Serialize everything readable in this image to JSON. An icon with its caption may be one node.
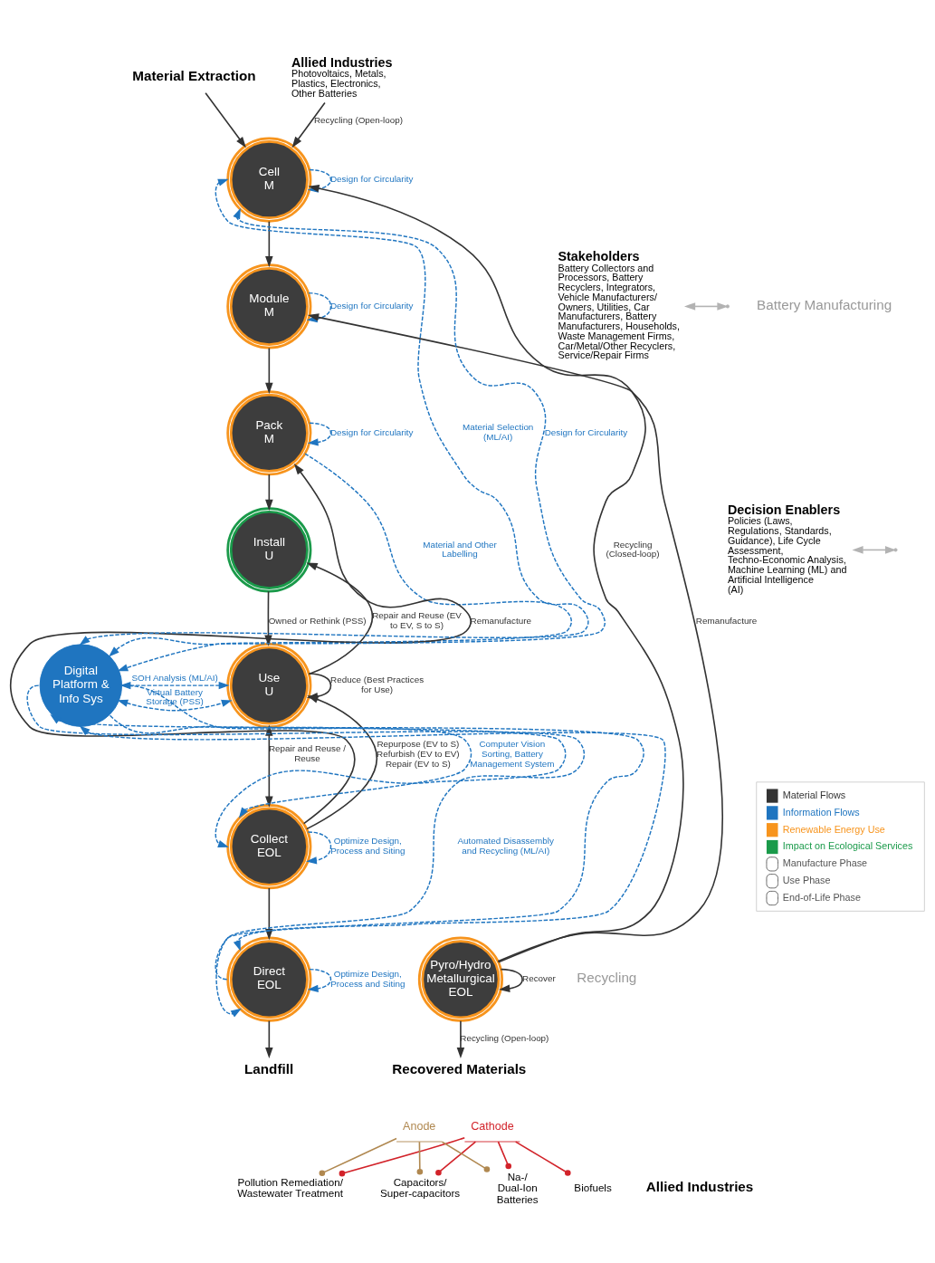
{
  "diagram": {
    "nodes": [
      {
        "text": [
          "Material Extraction"
        ]
      },
      {
        "text": [
          "Allied Industries",
          "Photovoltaics, Metals, Plastics, Electronics, Other Batteries"
        ]
      },
      {
        "text": [
          "Stakeholders",
          "Battery Collectors and Processors, Battery Recyclers, Integrators, Vehicle Manufacturers/ Owners, Utilities, Car Manufacturers, Battery Manufacturers, Households, Waste Management Firms, Car/Metal/Other Recyclers, Service/Repair Firms"
        ]
      },
      {
        "text": [
          "Decision Enablers",
          "Policies (Laws, Regulations, Standards, Guidance), Life Cycle Assessment, Techno-Economic Analysis, Machine Learning (ML) and Artificial Intelligence (AI)"
        ]
      },
      {
        "text": [
          "Cell",
          "M"
        ]
      },
      {
        "text": [
          "Module",
          "M"
        ]
      },
      {
        "text": [
          "Pack",
          "M"
        ]
      },
      {
        "text": [
          "Install",
          "U"
        ]
      },
      {
        "text": [
          "Use",
          "U"
        ]
      },
      {
        "text": [
          "Collect",
          "EOL"
        ]
      },
      {
        "text": [
          "Direct",
          "EOL"
        ]
      },
      {
        "text": [
          "Pyro/Hydro Metallurgical",
          "EOL"
        ]
      },
      {
        "text": [
          "Landfill"
        ]
      },
      {
        "text": [
          "Recovered Materials"
        ]
      },
      {
        "text": [
          "Digital Platform & Info Sys"
        ]
      },
      {
        "text": [
          "Cathode"
        ]
      },
      {
        "text": [
          "Anode"
        ]
      },
      {
        "text": [
          "Pollution Remediation/ Wastewater Treatment"
        ]
      },
      {
        "text": [
          "Biofuels"
        ]
      },
      {
        "text": [
          "Capacitors/ Super-capacitors"
        ]
      },
      {
        "text": [
          "Na-/ Dual-Ion Batteries"
        ]
      }
    ],
    "edges": [
      {
        "from": 0,
        "to": 4,
        "arrow": "to"
      },
      {
        "from": 1,
        "to": 4,
        "arrow": "to",
        "label": "Recycling (Open-loop)"
      },
      {
        "from": 4,
        "to": 5,
        "arrow": "to"
      },
      {
        "from": 5,
        "to": 6,
        "arrow": "to"
      },
      {
        "from": 6,
        "to": 7,
        "arrow": "to"
      },
      {
        "from": 7,
        "to": 8,
        "arrow": "to",
        "label": "Owned or Rethink (PSS)"
      },
      {
        "from": 8,
        "to": 8,
        "arrow": "to",
        "label": "Reduce (Best Practices for Use)"
      },
      {
        "from": 8,
        "to": 7,
        "arrow": "to",
        "label": "Repair and Reuse (EV to EV, S to S)"
      },
      {
        "from": 9,
        "to": 8,
        "arrow": "to",
        "label": "Repurpose (EV to S) Refurbish (EV to EV) Repair (EV to S)"
      },
      {
        "from": 8,
        "to": 9,
        "arrow": "both",
        "label": "Repair and Reuse / Reuse"
      },
      {
        "from": 9,
        "to": 6,
        "arrow": "to",
        "label": "Remanufacture"
      },
      {
        "from": 11,
        "to": 5,
        "arrow": "to",
        "label": "Remanufacture"
      },
      {
        "from": 11,
        "to": 4,
        "arrow": "to",
        "label": "Recycling (Closed-loop)"
      },
      {
        "from": 11,
        "to": 11,
        "arrow": "to",
        "label": "Recover"
      },
      {
        "from": 9,
        "to": 10,
        "arrow": "to"
      },
      {
        "from": 10,
        "to": 12,
        "arrow": "to"
      },
      {
        "from": 11,
        "to": 13,
        "arrow": "to",
        "label": "Recycling (Open-loop)"
      },
      {
        "from": 4,
        "to": 4,
        "arrow": "to",
        "label": "Design for Circularity",
        "style": "dashed",
        "color": "#1f75c0"
      },
      {
        "from": 5,
        "to": 5,
        "arrow": "to",
        "label": "Design for Circularity",
        "style": "dashed",
        "color": "#1f75c0"
      },
      {
        "from": 6,
        "to": 6,
        "arrow": "to",
        "label": "Design for Circularity",
        "style": "dashed",
        "color": "#1f75c0"
      },
      {
        "from": 9,
        "to": 9,
        "arrow": "to",
        "label": "Optimize Design, Process and Siting",
        "style": "dashed",
        "color": "#1f75c0"
      },
      {
        "from": 10,
        "to": 10,
        "arrow": "to",
        "label": "Optimize Design, Process and Siting",
        "style": "dashed",
        "color": "#1f75c0"
      },
      {
        "from": 14,
        "to": 4,
        "arrow": "both",
        "label": "Material Selection (ML/AI)",
        "style": "dashed",
        "color": "#1f75c0"
      },
      {
        "from": 14,
        "to": 4,
        "arrow": "both",
        "label": "Design for Circularity",
        "style": "dashed",
        "color": "#1f75c0"
      },
      {
        "from": 6,
        "to": 14,
        "arrow": "to",
        "label": "Material and Other Labelling",
        "style": "dashed",
        "color": "#1f75c0"
      },
      {
        "from": 14,
        "to": 8,
        "arrow": "both",
        "label": "Virtual Battery Storage (PSS)",
        "style": "dashed",
        "color": "#1f75c0"
      },
      {
        "from": 14,
        "to": 8,
        "arrow": "both",
        "label": "SOH Analysis (ML/AI)",
        "style": "dashed",
        "color": "#1f75c0"
      },
      {
        "from": 14,
        "to": 9,
        "arrow": "to",
        "label": "Computer Vision Sorting, Battery Management System",
        "style": "dashed",
        "color": "#1f75c0"
      },
      {
        "from": 14,
        "to": 10,
        "arrow": "both",
        "style": "dashed",
        "color": "#1f75c0"
      },
      {
        "from": 14,
        "to": 9,
        "arrow": "to",
        "style": "dashed",
        "color": "#1f75c0"
      },
      {
        "from": 10,
        "to": 14,
        "arrow": "to",
        "style": "dashed",
        "color": "#1f75c0"
      },
      {
        "from": 14,
        "to": 10,
        "arrow": "to",
        "label": "Automated Disassembly and Recycling (ML/AI)",
        "style": "dashed",
        "color": "#1f75c0"
      },
      {
        "from": null,
        "to": 2,
        "arrow": "both",
        "color": "#b3b3b3"
      },
      {
        "from": null,
        "to": 3,
        "arrow": "both",
        "color": "#b3b3b3"
      },
      {
        "from": 15,
        "to": 17,
        "arrow": "other",
        "color": "#d2232a"
      },
      {
        "from": 15,
        "to": 18,
        "arrow": "other",
        "color": "#d2232a"
      },
      {
        "from": 15,
        "to": 19,
        "arrow": "other",
        "color": "#d2232a"
      },
      {
        "from": 15,
        "to": 20,
        "arrow": "other",
        "color": "#d2232a"
      },
      {
        "from": 16,
        "to": 17,
        "arrow": "other",
        "color": "#b08850"
      },
      {
        "from": 16,
        "to": 19,
        "arrow": "other",
        "color": "#b08850"
      },
      {
        "from": 16,
        "to": 20,
        "arrow": "other",
        "color": "#b08850"
      }
    ],
    "labels": [
      "Battery Manufacturing",
      "Recycling",
      "Allied Industries"
    ],
    "legend": [
      {
        "text": "Material Flows"
      },
      {
        "text": "Information Flows"
      },
      {
        "text": "Renewable Energy Use",
        "color": "#f7941d"
      },
      {
        "text": "Impact on Ecological Services",
        "color": "#1a9a4a"
      },
      {
        "text": "Manufacture Phase"
      },
      {
        "text": "Use Phase"
      },
      {
        "text": "End-of-Life Phase"
      }
    ]
  }
}
